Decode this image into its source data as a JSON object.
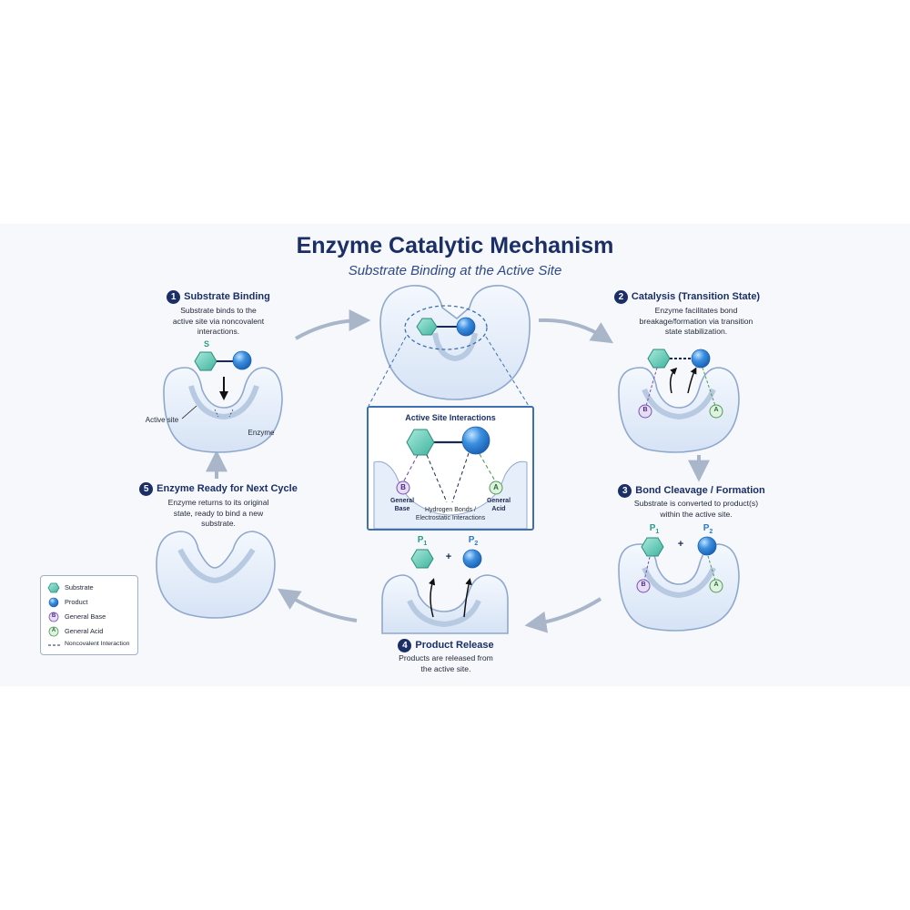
{
  "title": "Enzyme Catalytic Mechanism",
  "subtitle": "Substrate Binding at the Active Site",
  "steps": [
    {
      "number": "1",
      "title": "Substrate Binding",
      "desc": [
        "Substrate binds to the",
        "active site via noncovalent",
        "interactions."
      ]
    },
    {
      "number": "2",
      "title": "Catalysis (Transition State)",
      "desc": [
        "Enzyme facilitates bond",
        "breakage/formation via transition",
        "state stabilization."
      ]
    },
    {
      "number": "3",
      "title": "Bond Cleavage / Formation",
      "desc": [
        "Substrate is converted to product(s)",
        "within the active site."
      ]
    },
    {
      "number": "4",
      "title": "Product Release",
      "desc": [
        "Products are released from",
        "the active site."
      ]
    },
    {
      "number": "5",
      "title": "Enzyme Ready for Next Cycle",
      "desc": [
        "Enzyme returns to its original",
        "state, ready to bind a new",
        "substrate."
      ]
    }
  ],
  "labels": {
    "substrate_s": "S",
    "active_site": "Active site",
    "enzyme": "Enzyme",
    "base_letter": "B",
    "acid_letter": "A",
    "p1": "P",
    "p1_sub": "1",
    "p2": "P",
    "p2_sub": "2",
    "plus": "+"
  },
  "inset": {
    "title": "Active Site Interactions",
    "general_base": [
      "General",
      "Base"
    ],
    "general_acid": [
      "General",
      "Acid"
    ],
    "interactions": [
      "Hydrogen Bonds /",
      "Electrostatic Interactions"
    ]
  },
  "legend": {
    "substrate": "Substrate",
    "product": "Product",
    "general_base": "General Base",
    "general_acid": "General Acid",
    "noncovalent": "Noncovalent Interaction"
  },
  "colors": {
    "navy": "#1b2f66",
    "substrate_teal": "#6fd1bf",
    "product_blue": "#3b8fe0",
    "base_purple": "#7a4fb0",
    "acid_green": "#4f9a5a",
    "enzyme_fill": "#e6eef9",
    "arrow_gray": "#a9b6c9"
  }
}
